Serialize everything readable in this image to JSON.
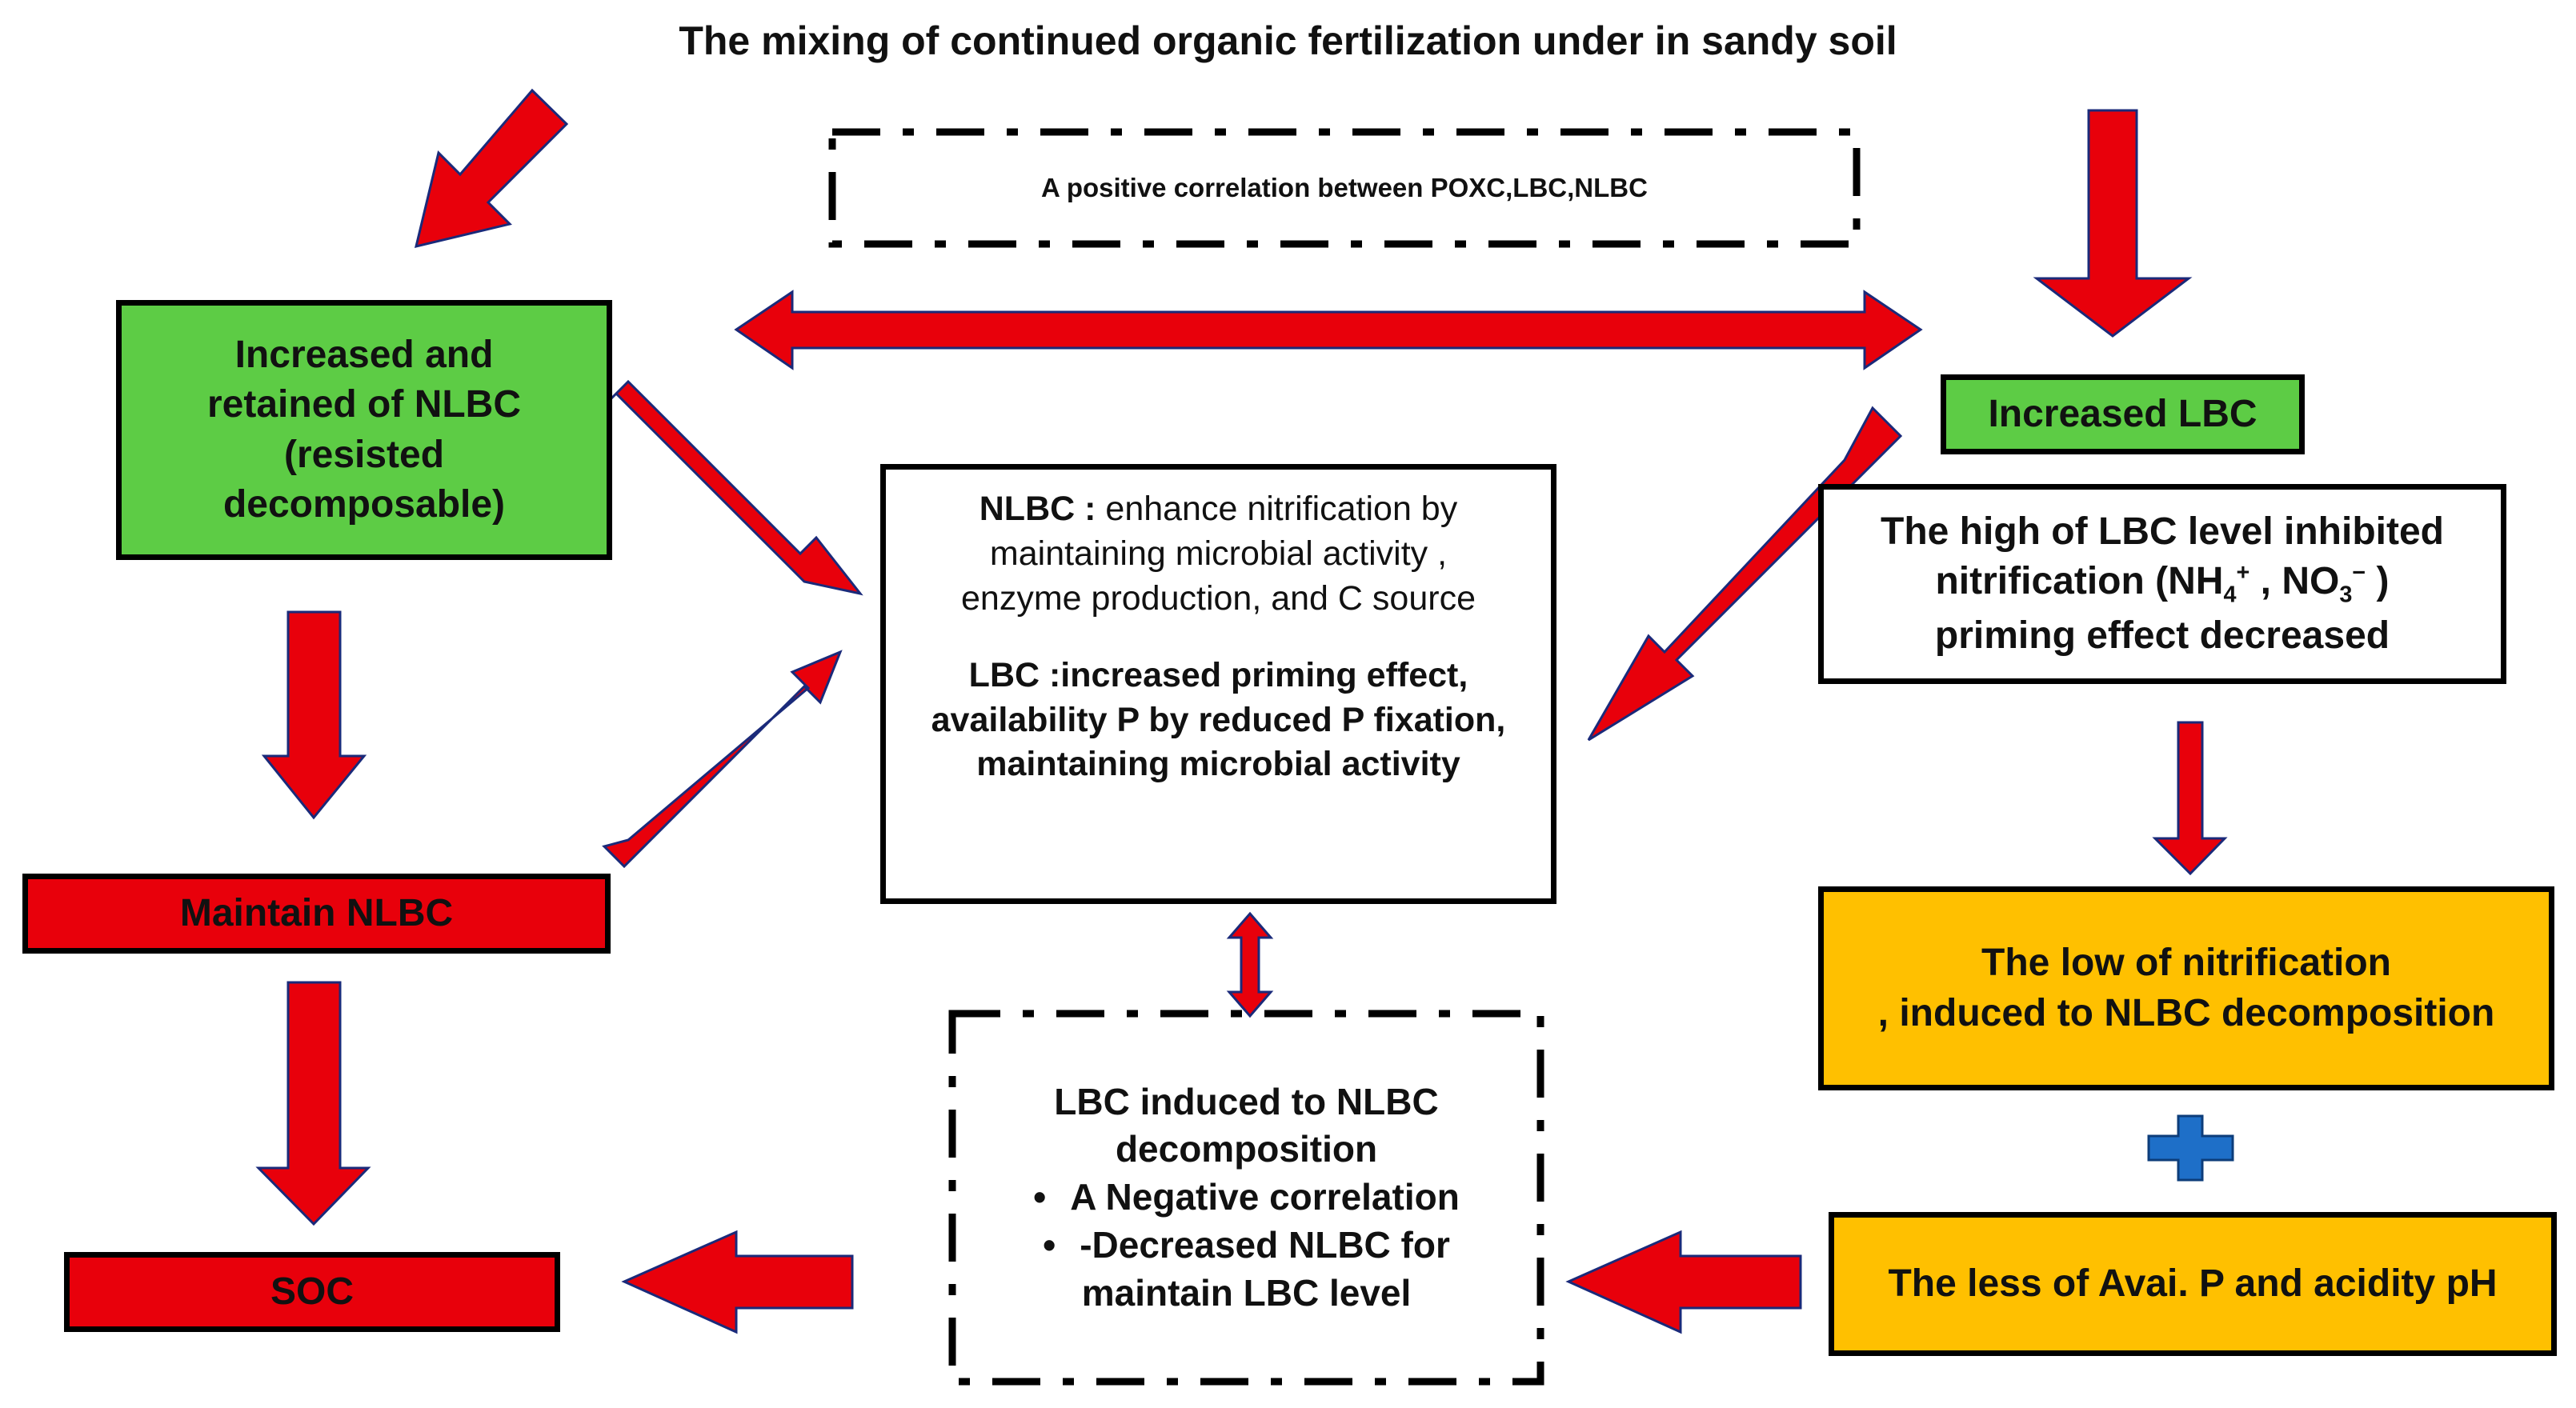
{
  "title": "The mixing of continued organic fertilization  under in sandy soil",
  "correlation_box": "A positive  correlation between POXC,LBC,NLBC",
  "nlbc_box": {
    "lines": [
      "Increased and",
      "retained of NLBC",
      "(resisted",
      "decomposable)"
    ]
  },
  "lbc_box": "Increased LBC",
  "center_box": {
    "nlbc_label": "NLBC :",
    "nlbc_lines": [
      " enhance nitrification by",
      "maintaining microbial activity ,",
      "enzyme production, and C source"
    ],
    "lbc_lines": [
      "LBC :increased priming effect,",
      "availability P by reduced P fixation,",
      "maintaining microbial activity"
    ]
  },
  "inhibited_box": {
    "line1": "The high of LBC level inhibited",
    "line2_prefix": "nitrification (NH",
    "nh4_sub": "4",
    "nh4_sup": "+",
    "line2_mid": " , NO",
    "no3_sub": "3",
    "no3_sup": "−",
    "line2_suffix": " )",
    "line3": "priming effect decreased"
  },
  "maintain_box": "Maintain NLBC",
  "soc_box": "SOC",
  "decomposition_box": {
    "lines": [
      "LBC induced to NLBC",
      "decomposition"
    ],
    "bullet_symbol": "•",
    "bullets": [
      "A Negative correlation",
      "-Decreased NLBC for"
    ],
    "last_line": "maintain LBC level"
  },
  "low_nitrification_box": {
    "lines": [
      "The low of nitrification",
      ", induced to NLBC decomposition"
    ]
  },
  "avai_box": "The less of Avai. P and acidity pH",
  "colors": {
    "arrow": "#e8000b",
    "green": "#5dcc45",
    "red": "#e8000b",
    "orange": "#ffc000",
    "plus": "#1e6fc8"
  }
}
